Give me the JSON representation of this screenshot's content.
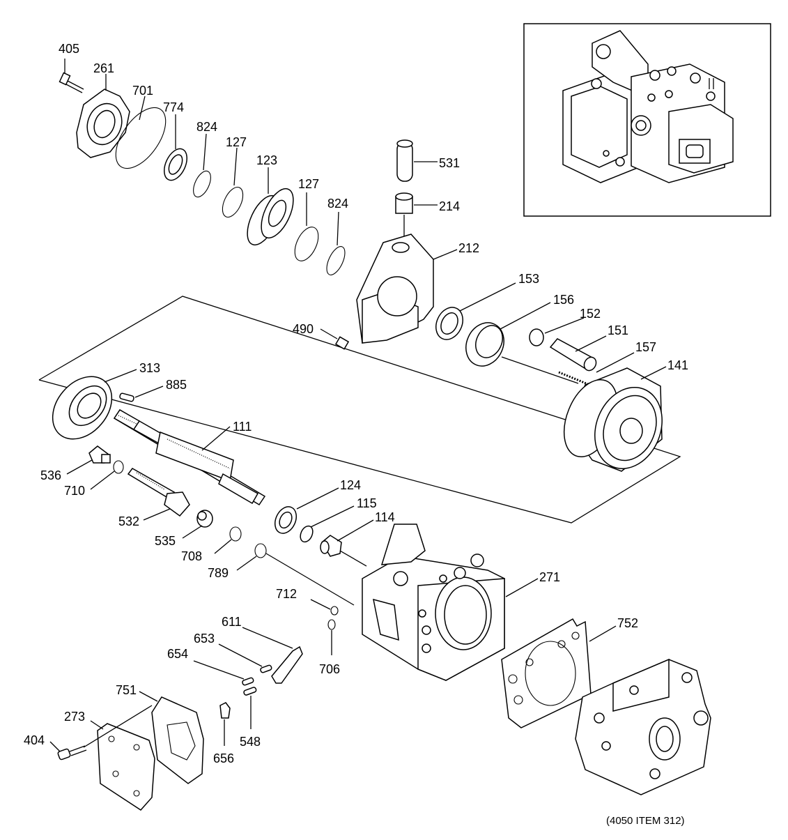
{
  "diagram": {
    "note": "(4050 ITEM 312)",
    "part_labels": {
      "p405": "405",
      "p261": "261",
      "p701": "701",
      "p774": "774",
      "p824a": "824",
      "p127a": "127",
      "p123": "123",
      "p127b": "127",
      "p824b": "824",
      "p531": "531",
      "p214": "214",
      "p212": "212",
      "p490": "490",
      "p153": "153",
      "p156": "156",
      "p152": "152",
      "p151": "151",
      "p157": "157",
      "p141": "141",
      "p313": "313",
      "p885": "885",
      "p111": "111",
      "p536": "536",
      "p710": "710",
      "p532": "532",
      "p535": "535",
      "p708": "708",
      "p789": "789",
      "p124": "124",
      "p115": "115",
      "p114": "114",
      "p271": "271",
      "p712": "712",
      "p706": "706",
      "p752": "752",
      "p611": "611",
      "p653": "653",
      "p654": "654",
      "p548": "548",
      "p656": "656",
      "p751": "751",
      "p273": "273",
      "p404": "404"
    }
  }
}
